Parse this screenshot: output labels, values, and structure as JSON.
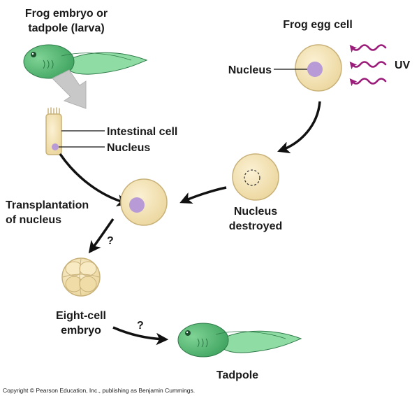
{
  "labels": {
    "source_line1": "Frog embryo or",
    "source_line2": "tadpole (larva)",
    "egg_title": "Frog egg cell",
    "egg_nucleus": "Nucleus",
    "uv": "UV",
    "intestinal_cell": "Intestinal cell",
    "intestinal_nucleus": "Nucleus",
    "transplant_line1": "Transplantation",
    "transplant_line2": "of nucleus",
    "destroyed_line1": "Nucleus",
    "destroyed_line2": "destroyed",
    "question_1": "?",
    "question_2": "?",
    "eight_cell_line1": "Eight-cell",
    "eight_cell_line2": "embryo",
    "tadpole": "Tadpole"
  },
  "footer": {
    "copyright": "Copyright © Pearson Education, Inc., publishing as Benjamin Cummings."
  },
  "colors": {
    "tadpole_body": "#5fbf7a",
    "tadpole_outline": "#2e7a48",
    "egg_fill": "#f6e6b8",
    "egg_outline": "#c9b27a",
    "nucleus": "#b89ad6",
    "uv_wave": "#9b1d7a",
    "arrow": "#111111",
    "large_arrow": "#c8c8c8"
  },
  "icons": {
    "tadpole_source": "tadpole-icon",
    "tadpole_result": "tadpole-icon",
    "uv_waves": "uv-wave-icon"
  }
}
